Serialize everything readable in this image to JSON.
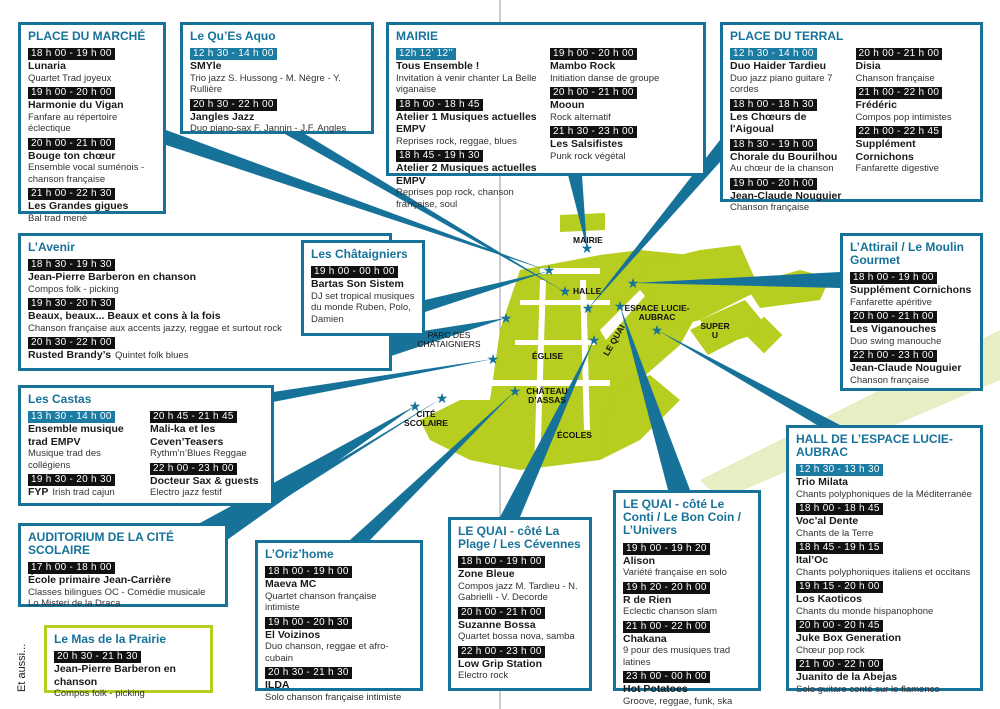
{
  "venues": {
    "marche": {
      "title": "PLACE DU MARCHÉ",
      "items": [
        {
          "time": "18 h 00 - 19 h 00",
          "name": "Lunaria",
          "desc": "Quartet Trad joyeux"
        },
        {
          "time": "19 h 00 - 20 h 00",
          "name": "Harmonie du Vigan",
          "desc": "Fanfare au répertoire éclectique"
        },
        {
          "time": "20 h 00 - 21 h 00",
          "name": "Bouge ton chœur",
          "desc": "Ensemble vocal suménois - chanson française"
        },
        {
          "time": "21 h 00 - 22 h 30",
          "name": "Les Grandes gigues",
          "desc": "Bal trad mené"
        }
      ]
    },
    "quesaquo": {
      "title": "Le Qu’Es Aquo",
      "items": [
        {
          "time": "12 h 30 - 14 h 00",
          "hl": true,
          "name": "SMYle",
          "desc": "Trio jazz S. Hussong - M. Nègre - Y. Rullière"
        },
        {
          "time": "20 h 30 - 22 h 00",
          "name": "Jangles Jazz",
          "desc": "Duo piano-sax F. Jannin - J.F. Angles"
        }
      ]
    },
    "mairie": {
      "title": "MAIRIE",
      "columns": [
        [
          {
            "time": "12h 12’ 12’’",
            "hl": true,
            "name": "Tous Ensemble !",
            "desc": "Invitation à venir chanter La Belle viganaise"
          },
          {
            "time": "18 h 00 - 18 h 45",
            "name": "Atelier 1 Musiques actuelles EMPV",
            "desc": "Reprises rock, reggae, blues"
          },
          {
            "time": "18 h 45 - 19 h 30",
            "name": "Atelier 2 Musiques actuelles EMPV",
            "desc": "Reprises pop rock, chanson française, soul"
          }
        ],
        [
          {
            "time": "19 h 00 - 20 h 00",
            "name": "Mambo Rock",
            "desc": "Initiation danse de groupe"
          },
          {
            "time": "20 h 00 - 21 h 00",
            "name": "Mooun",
            "desc": "Rock alternatif"
          },
          {
            "time": "21 h 30 - 23 h 00",
            "name": "Les Salsifistes",
            "desc": "Punk rock végétal"
          }
        ]
      ]
    },
    "terral": {
      "title": "PLACE DU TERRAL",
      "columns": [
        [
          {
            "time": "12 h 30 - 14 h 00",
            "hl": true,
            "name": "Duo Haider Tardieu",
            "desc": "Duo jazz piano guitare 7 cordes"
          },
          {
            "time": "18 h 00 - 18 h 30",
            "name": "Les Chœurs de l'Aigoual",
            "desc": ""
          },
          {
            "time": "18 h 30 - 19 h 00",
            "name": "Chorale du Bourilhou",
            "desc": "Au chœur de la chanson"
          },
          {
            "time": "19 h 00 - 20 h 00",
            "name": "Jean-Claude Nouguier",
            "desc": "Chanson française"
          }
        ],
        [
          {
            "time": "20 h 00 - 21 h 00",
            "name": "Disia",
            "desc": "Chanson française"
          },
          {
            "time": "21 h 00 - 22 h 00",
            "name": "Frédéric",
            "desc": "Compos pop intimistes"
          },
          {
            "time": "22 h 00 - 22 h 45",
            "name": "Supplément Cornichons",
            "desc": "Fanfarette digestive"
          }
        ]
      ]
    },
    "avenir": {
      "title": "L’Avenir",
      "items": [
        {
          "time": "18 h 30 - 19 h 30",
          "name": "Jean-Pierre Barberon en chanson",
          "desc": "Compos folk - picking"
        },
        {
          "time": "19 h 30 - 20 h 30",
          "name": "Beaux, beaux... Beaux et cons à la fois",
          "desc": "Chanson française aux accents jazzy, reggae et surtout rock"
        },
        {
          "time": "20 h 30 - 22 h 00",
          "name": "Rusted Brandy’s",
          "desc": "Quintet folk blues",
          "inline": true
        }
      ]
    },
    "chataigniers": {
      "title": "Les Châtaigniers",
      "items": [
        {
          "time": "19 h 00 - 00 h 00",
          "name": "Bartas Son Sistem",
          "desc": "DJ set tropical musiques du monde Ruben, Polo, Damien"
        }
      ]
    },
    "attirail": {
      "title": "L’Attirail / Le Moulin Gourmet",
      "items": [
        {
          "time": "18 h 00 - 19 h 00",
          "name": "Supplément Cornichons",
          "desc": "Fanfarette apéritive"
        },
        {
          "time": "20 h 00 - 21 h 00",
          "name": "Les Viganouches",
          "desc": "Duo swing manouche"
        },
        {
          "time": "22 h 00 - 23 h 00",
          "name": "Jean-Claude Nouguier",
          "desc": "Chanson française"
        }
      ]
    },
    "castas": {
      "title": "Les Castas",
      "columns": [
        [
          {
            "time": "13 h 30 - 14 h 00",
            "hl": true,
            "name": "Ensemble musique trad EMPV",
            "desc": "Musique trad des collégiens"
          },
          {
            "time": "19 h 30 - 20 h 30",
            "name": "FYP",
            "desc": "Irish trad cajun",
            "inline": true
          }
        ],
        [
          {
            "time": "20 h 45 - 21 h 45",
            "name": "Mali-ka et les Ceven’Teasers",
            "desc": "Rythm’n’Blues Reggae"
          },
          {
            "time": "22 h 00 - 23 h 00",
            "name": "Docteur Sax & guests",
            "desc": "Electro jazz festif"
          }
        ]
      ]
    },
    "hall": {
      "title": "HALL DE L’ESPACE LUCIE-AUBRAC",
      "items": [
        {
          "time": "12 h 30 - 13 h 30",
          "hl": true,
          "name": "Trio Milata",
          "desc": "Chants polyphoniques de la Méditerranée"
        },
        {
          "time": "18 h 00 - 18 h 45",
          "name": "Voc’al Dente",
          "desc": "Chants de la Terre"
        },
        {
          "time": "18 h 45 - 19 h 15",
          "name": "Ital’Oc",
          "desc": "Chants polyphoniques italiens et occitans"
        },
        {
          "time": "19 h 15 - 20 h 00",
          "name": "Los Kaoticos",
          "desc": "Chants du monde hispanophone"
        },
        {
          "time": "20 h 00 - 20 h 45",
          "name": "Juke Box Generation",
          "desc": "Chœur pop rock"
        },
        {
          "time": "21 h 00 - 22 h 00",
          "name": "Juanito de la Abejas",
          "desc": "Solo guitare conté sur le flamenco"
        }
      ]
    },
    "auditorium": {
      "title": "AUDITORIUM DE LA CITÉ SCOLAIRE",
      "items": [
        {
          "time": "17 h 00 - 18 h 00",
          "name": "École primaire Jean-Carrière",
          "desc": "Classes bilingues OC - Comédie musicale Lo Misteri de la Draca"
        }
      ]
    },
    "mas": {
      "title": "Le Mas de la Prairie",
      "items": [
        {
          "time": "20 h 30 - 21 h 30",
          "name": "Jean-Pierre Barberon en chanson",
          "desc": "Compos folk - picking"
        }
      ]
    },
    "orizhome": {
      "title": "L’Oriz’home",
      "items": [
        {
          "time": "18 h 00 - 19 h 00",
          "name": "Maeva MC",
          "desc": "Quartet chanson française intimiste"
        },
        {
          "time": "19 h 00 - 20 h 30",
          "name": "El Voizinos",
          "desc": "Duo chanson, reggae et afro-cubain"
        },
        {
          "time": "20 h 30 - 21 h 30",
          "name": "ILDA",
          "desc": "Solo chanson française intimiste"
        }
      ]
    },
    "quaiplage": {
      "title": "LE QUAI - côté La Plage / Les Cévennes",
      "items": [
        {
          "time": "18 h 00 - 19 h 00",
          "name": "Zone Bleue",
          "desc": "Compos jazz M. Tardieu - N. Gabrielli - V. Decorde"
        },
        {
          "time": "20 h 00 - 21 h 00",
          "name": "Suzanne Bossa",
          "desc": "Quartet bossa nova, samba"
        },
        {
          "time": "22 h 00 - 23 h 00",
          "name": "Low Grip Station",
          "desc": "Electro rock"
        }
      ]
    },
    "quaiconti": {
      "title": "LE QUAI - côté Le Conti / Le Bon Coin / L’Univers",
      "items": [
        {
          "time": "19 h 00 - 19 h 20",
          "name": "Alison",
          "desc": "Variété française en solo"
        },
        {
          "time": "19 h 20 - 20 h 00",
          "name": "R de Rien",
          "desc": "Eclectic chanson slam"
        },
        {
          "time": "21 h 00 - 22 h 00",
          "name": "Chakana",
          "desc": "9 pour des musiques trad latines"
        },
        {
          "time": "23 h 00 - 00 h 00",
          "name": "Hot Potatoes",
          "desc": "Groove, reggae, funk, ska"
        }
      ]
    }
  },
  "map_labels": {
    "mairie": "MAIRIE",
    "halle": "HALLE",
    "espace": "ESPACE LUCIE-AUBRAC",
    "superu": "SUPER U",
    "parc": "PARC DES CHÂTAIGNIERS",
    "eglise": "ÉGLISE",
    "quai": "LE QUAI",
    "chateau": "CHÂTEAU D’ASSAS",
    "cite": "CITÉ SCOLAIRE",
    "ecoles": "ÉCOLES"
  },
  "aussi": "Et aussi...",
  "colors": {
    "accent": "#17729a",
    "map_green": "#b7cd1f",
    "highlight_time": "#1b7ba3"
  }
}
